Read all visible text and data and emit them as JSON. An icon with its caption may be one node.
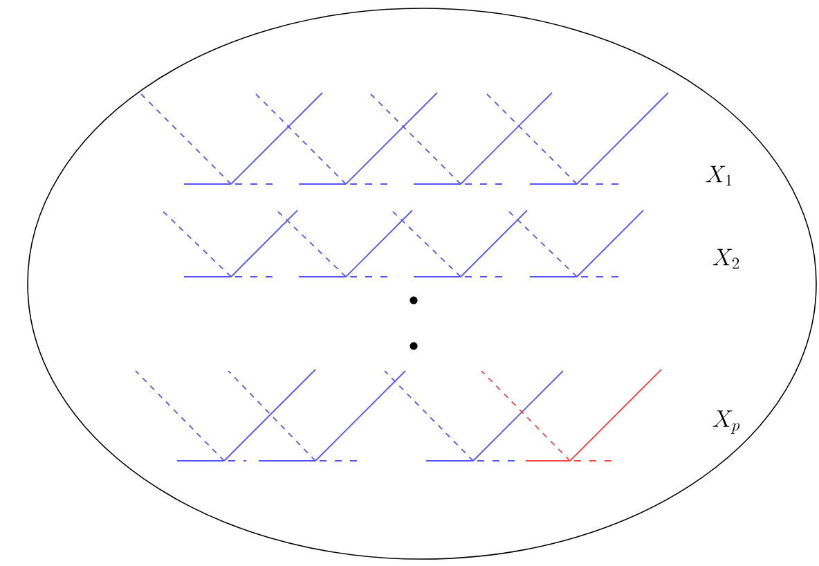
{
  "diagram": {
    "labels": [
      "X_1",
      "X_2",
      "X_p"
    ]
  }
}
